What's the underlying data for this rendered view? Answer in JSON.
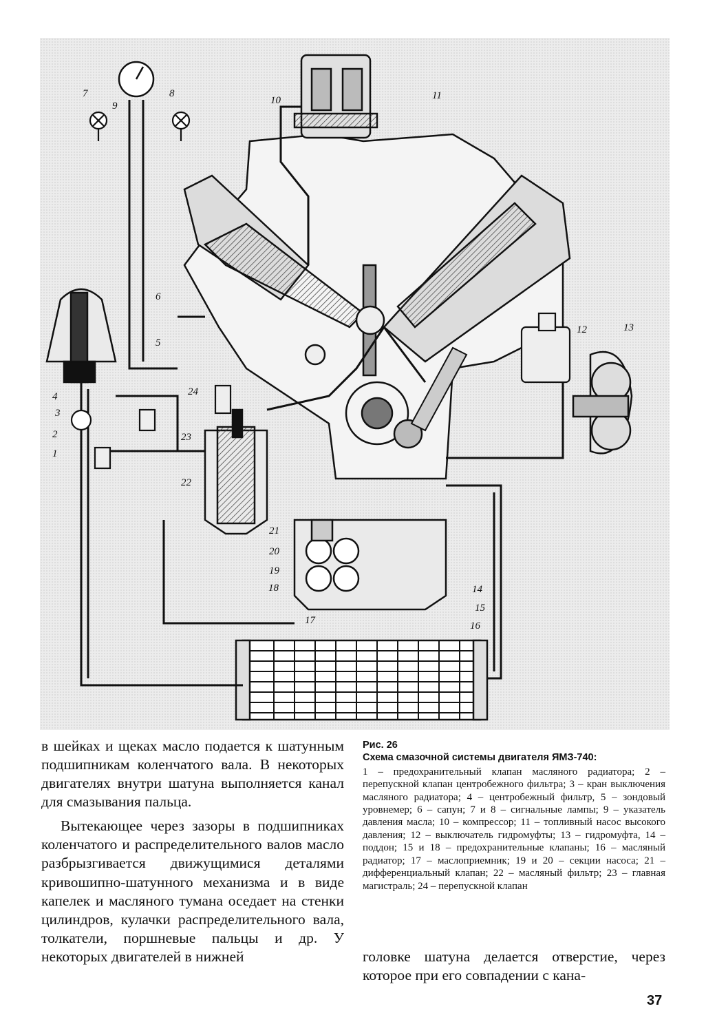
{
  "figure": {
    "callouts": [
      "1",
      "2",
      "3",
      "4",
      "5",
      "6",
      "7",
      "8",
      "9",
      "10",
      "11",
      "12",
      "13",
      "14",
      "15",
      "16",
      "17",
      "18",
      "19",
      "20",
      "21",
      "22",
      "23",
      "24"
    ]
  },
  "left_column": {
    "p1": "в шейках и щеках масло подается к шатунным подшипникам коленчатого вала. В некоторых двигателях внутри шатуна выполняется канал для смазывания пальца.",
    "p2": "Вытекающее через зазоры в подшипниках коленчатого и распределительного валов масло разбрызгивается движущимися деталями кривошипно-шатунного механизма и в виде капелек и масляного тумана оседает на стенки цилиндров, кулачки распределительного вала, толкатели, поршневые пальцы и др. У некоторых двигателей в нижней"
  },
  "caption": {
    "figure_no": "Рис. 26",
    "title": "Схема смазочной системы двигателя ЯМЗ-740:",
    "legend": "1 – предохранительный клапан масляного радиатора; 2 – перепускной клапан центробежного фильтра; 3 – кран выключения масляного радиатора; 4 – центробежный фильтр, 5 – зондовый уровнемер; 6 – сапун; 7 и 8 – сигнальные лампы; 9 – указатель давления масла; 10 – компрессор; 11 – топливный насос высокого давления; 12 – выключатель гидромуфты; 13 – гидромуфта, 14 – поддон; 15 и 18 – предохранительные клапаны; 16 – масляный радиатор; 17 – маслоприемник; 19 и 20 – секции насоса; 21 – дифференциальный клапан; 22 – масляный фильтр; 23 – главная магистраль; 24 – перепускной клапан"
  },
  "right_column": {
    "p1": "головке шатуна делается отверстие, через которое при его совпадении с кана-"
  },
  "page_number": "37"
}
